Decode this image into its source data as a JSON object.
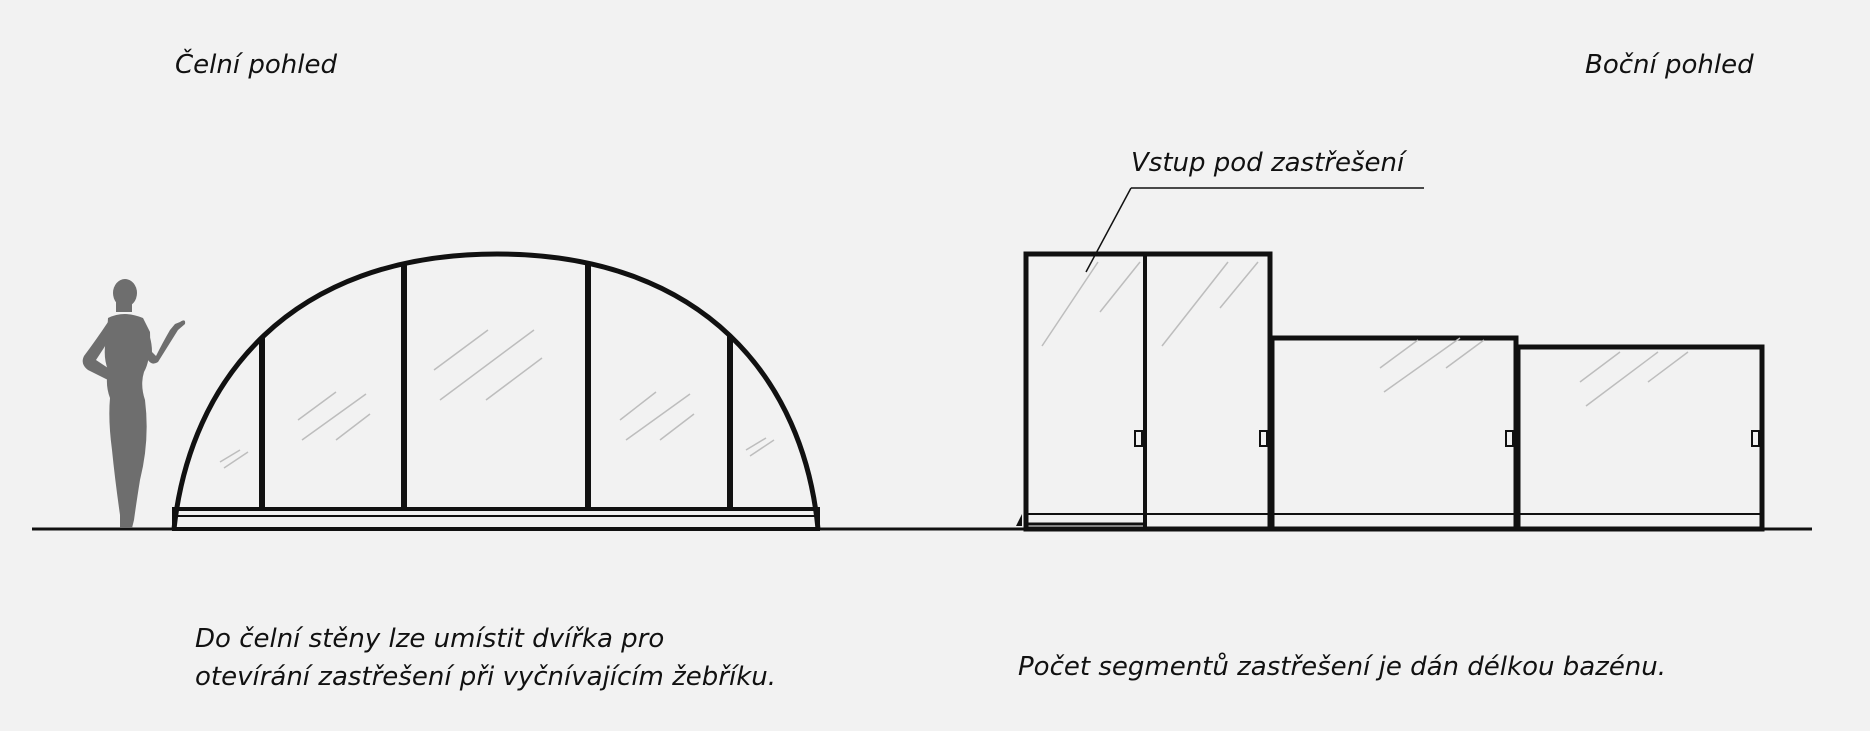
{
  "labels": {
    "front_view": "Čelní pohled",
    "side_view": "Boční pohled",
    "entry": "Vstup pod zastřešení"
  },
  "captions": {
    "front_line1": "Do čelní stěny lze umístit dvířka pro",
    "front_line2": "otevírání zastřešení při vyčnívajícím žebříku.",
    "side": "Počet segmentů zastřešení je dán délkou bazénu."
  },
  "colors": {
    "background": "#f2f2f2",
    "line": "#111111",
    "silhouette": "#6e6e6e"
  }
}
